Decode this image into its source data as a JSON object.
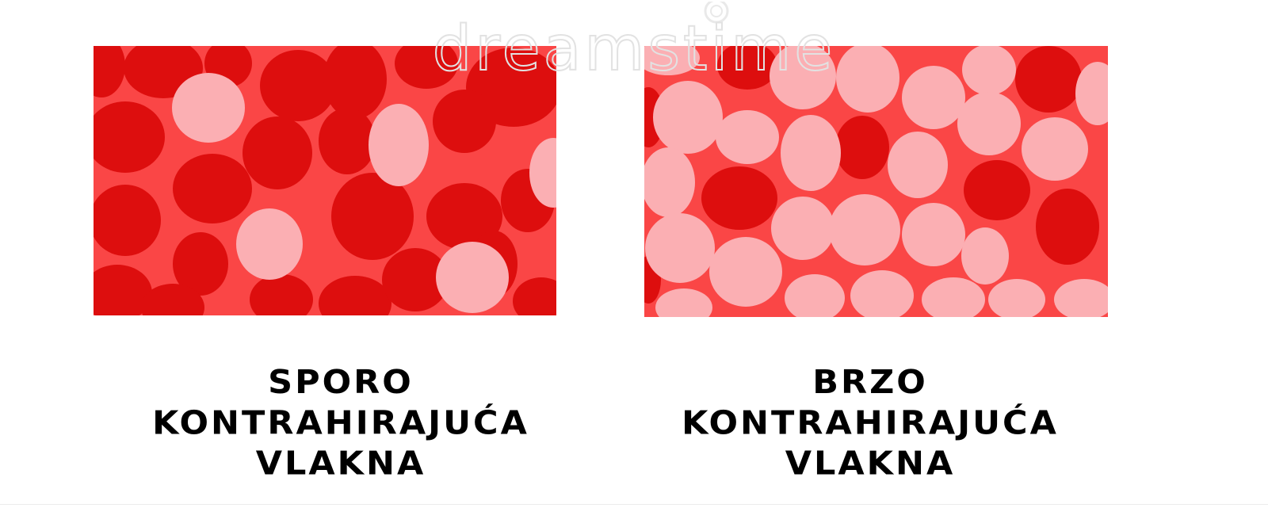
{
  "colors": {
    "background": "#ffffff",
    "matrix": "#fa4646",
    "dark_fiber": "#dd0e0e",
    "light_fiber": "#fbafb3",
    "text": "#000000"
  },
  "panels": [
    {
      "caption_lines": [
        "SPORO",
        "KONTRAHIRAJUĆA",
        "VLAKNA"
      ]
    },
    {
      "caption_lines": [
        "BRZO",
        "KONTRAHIRAJUĆA",
        "VLAKNA"
      ]
    }
  ],
  "watermark": {
    "text": "dreamstime"
  }
}
